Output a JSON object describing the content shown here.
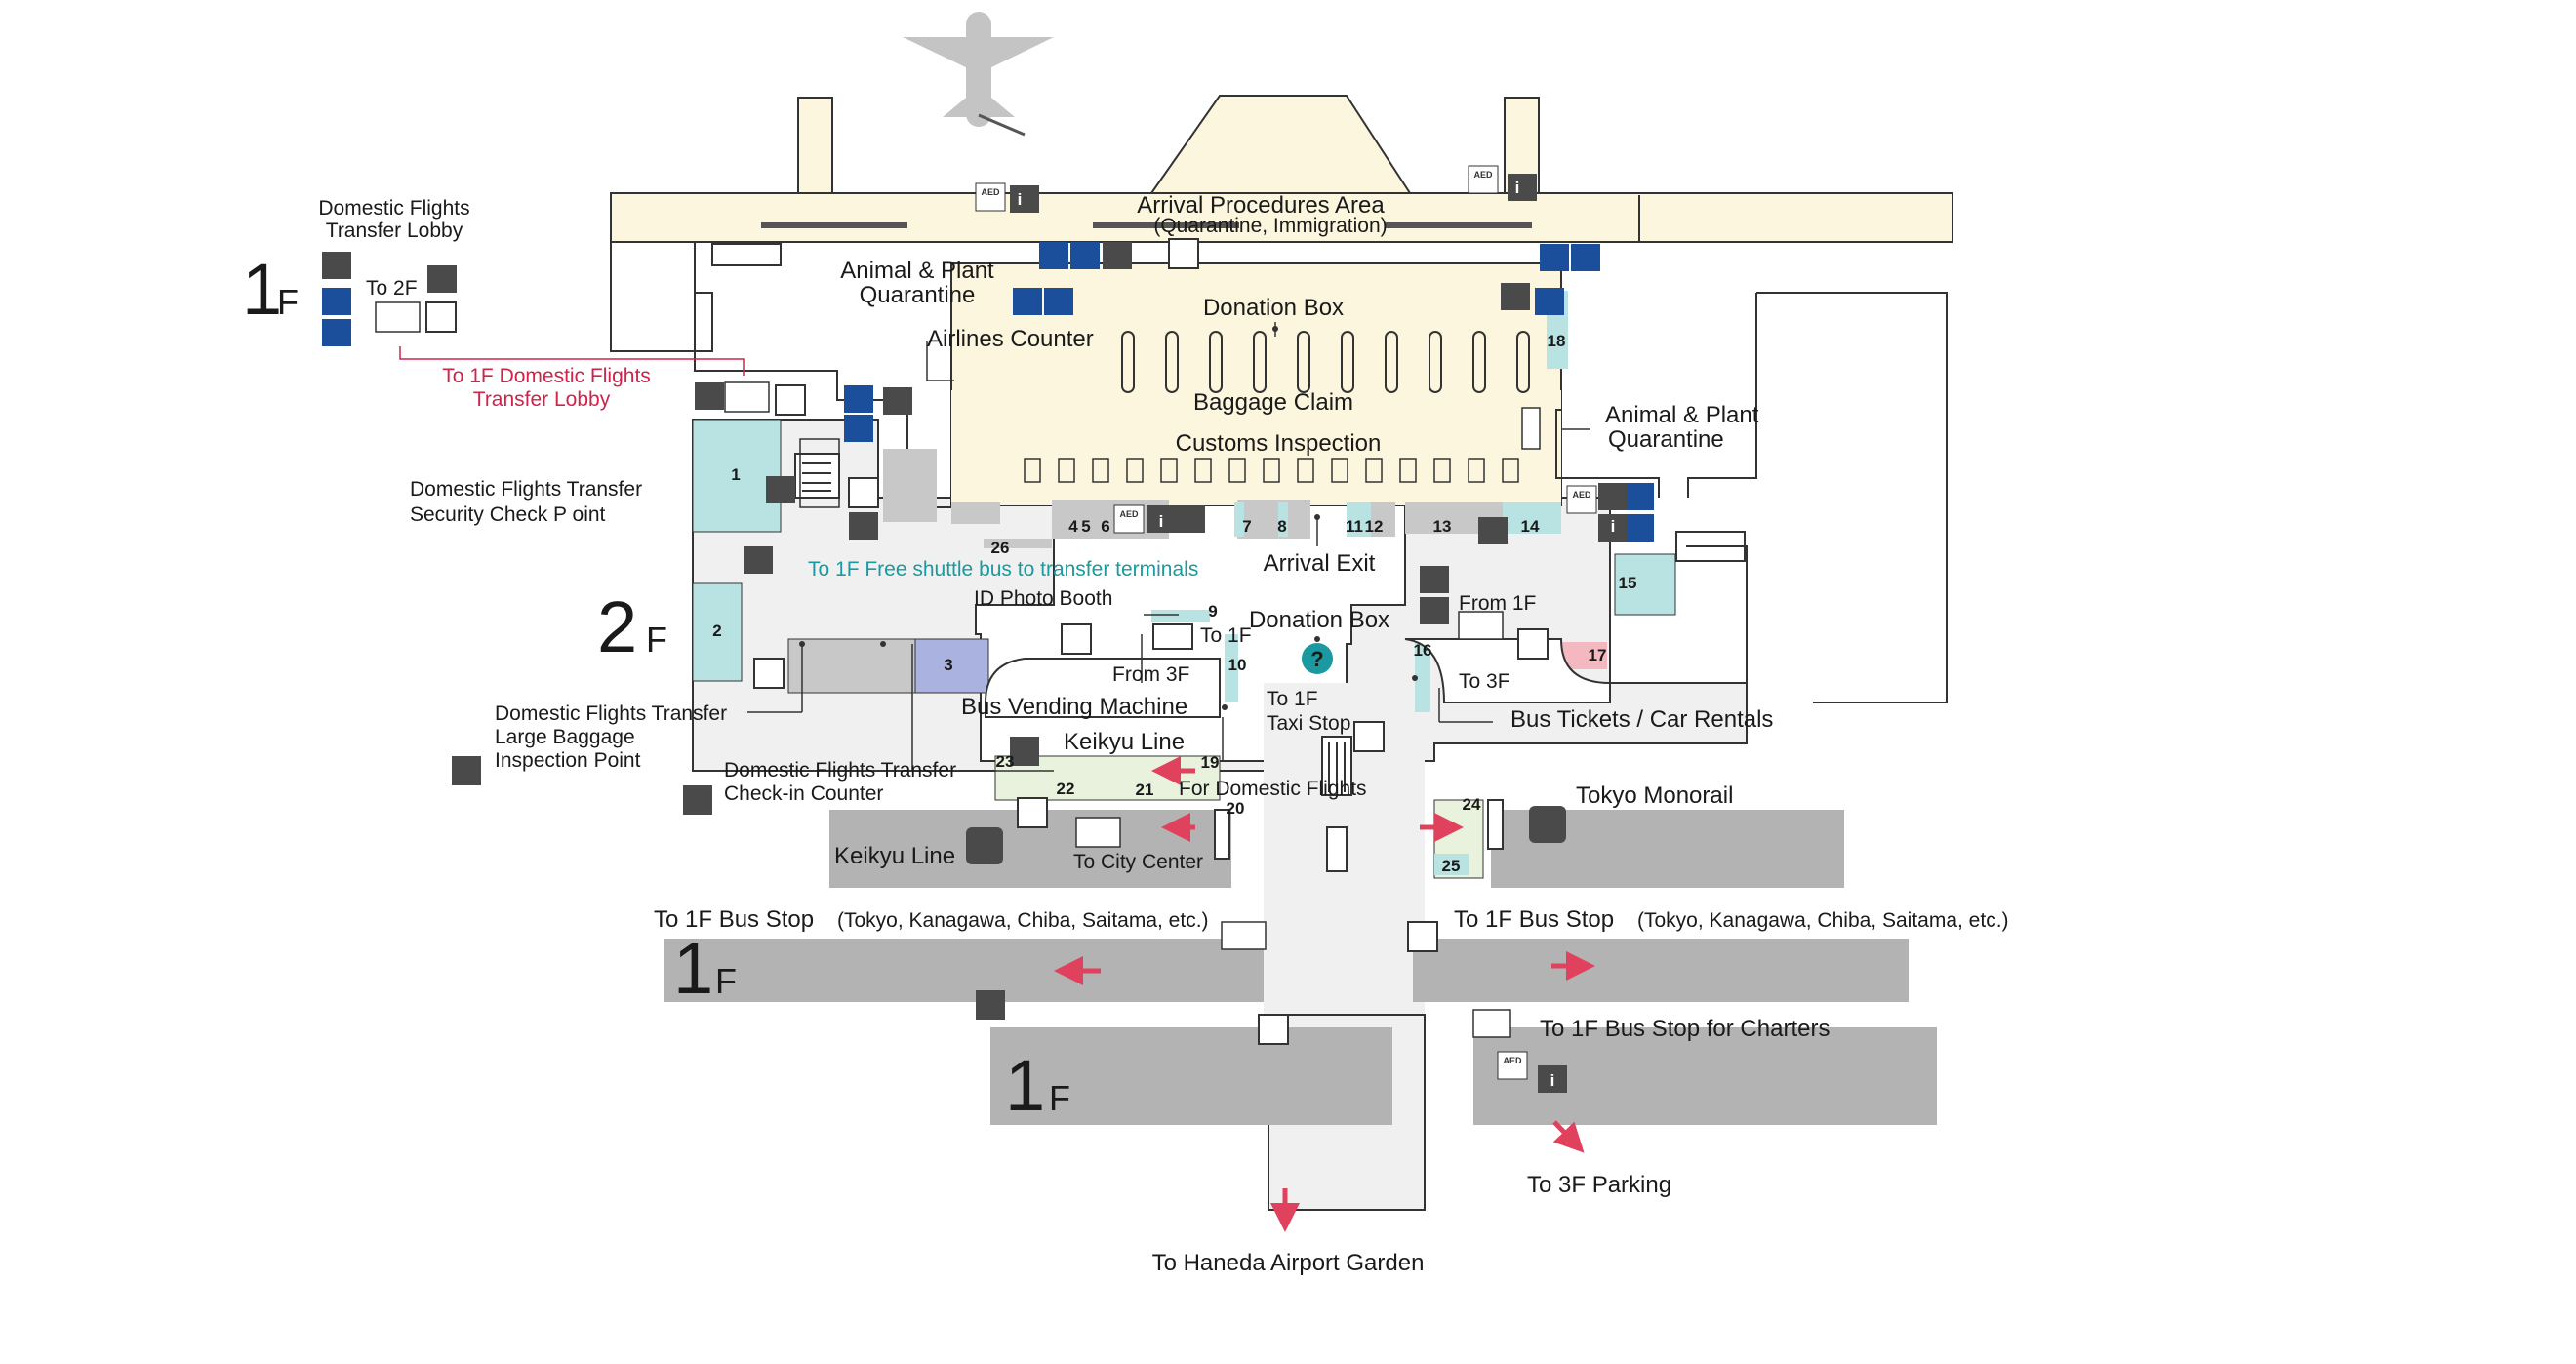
{
  "colors": {
    "floor": "#ffffff",
    "corridor": "#f0f0f0",
    "arrival_area": "#fbf6dd",
    "wall": "#333333",
    "platform": "#b3b3b3",
    "teal_block": "#b9e3e3",
    "blue_block": "#aab2e0",
    "pink_block": "#f4b8c0",
    "green_block": "#e9f2dc",
    "dark_gray": "#c8c8c8",
    "red_arrow": "#e0425d",
    "info_icon": "#1a9aa0",
    "restroom_icon": "#1b4e9b",
    "service_icon": "#4a4a4a",
    "red_text": "#d0234a",
    "teal_text": "#1a9aa0",
    "airplane": "#c4c4c4"
  },
  "floors": {
    "inset_1f": {
      "number": "1",
      "suffix": "F"
    },
    "main_2f": {
      "number": "2",
      "suffix": "F"
    },
    "bus_1f": {
      "number": "1",
      "suffix": "F"
    },
    "charter_1f": {
      "number": "1",
      "suffix": "F"
    }
  },
  "labels": {
    "arrival_procedures": "Arrival Procedures Area",
    "arrival_procedures_sub": "(Quarantine, Immigration)",
    "domestic_transfer_lobby_1": "Domestic Flights",
    "domestic_transfer_lobby_2": "Transfer Lobby",
    "to_2f": "To 2F",
    "to_1f_domestic_1": "To 1F Domestic Flights",
    "to_1f_domestic_2": "Transfer Lobby",
    "animal_plant_left_1": "Animal & Plant",
    "animal_plant_left_2": "Quarantine",
    "airlines_counter": "Airlines Counter",
    "donation_box_top": "Donation Box",
    "baggage_claim": "Baggage Claim",
    "customs_inspection": "Customs Inspection",
    "animal_plant_right_1": "Animal & Plant",
    "animal_plant_right_2": "Quarantine",
    "security_check_1": "Domestic Flights Transfer",
    "security_check_2": "Security Check P oint",
    "shuttle_bus": "To 1F Free shuttle bus to transfer terminals",
    "arrival_exit": "Arrival Exit",
    "id_photo_booth": "ID Photo Booth",
    "to_1f_a": "To 1F",
    "from_3f": "From 3F",
    "donation_box_mid": "Donation Box",
    "to_1f_taxi_1": "To 1F",
    "to_1f_taxi_2": "Taxi Stop",
    "from_1f": "From 1F",
    "to_3f": "To 3F",
    "bus_tickets": "Bus Tickets / Car Rentals",
    "bus_vending": "Bus Vending Machine",
    "keikyu_line_top": "Keikyu Line",
    "for_domestic": "For Domestic Flights",
    "large_baggage_1": "Domestic Flights Transfer",
    "large_baggage_2": "Large Baggage",
    "large_baggage_3": "Inspection Point",
    "checkin_counter_1": "Domestic Flights Transfer",
    "checkin_counter_2": "Check-in Counter",
    "tokyo_monorail": "Tokyo Monorail",
    "keikyu_line_bottom": "Keikyu Line",
    "to_city_center": "To City Center",
    "bus_stop_left": "To 1F Bus Stop",
    "bus_stop_left_sub": "(Tokyo, Kanagawa, Chiba, Saitama, etc.)",
    "bus_stop_right": "To 1F Bus Stop",
    "bus_stop_right_sub": "(Tokyo, Kanagawa, Chiba, Saitama, etc.)",
    "bus_stop_charters": "To 1F Bus Stop for Charters",
    "to_3f_parking": "To 3F Parking",
    "to_haneda_garden": "To Haneda Airport Garden"
  },
  "numbers": {
    "n1": "1",
    "n2": "2",
    "n3": "3",
    "n4": "4",
    "n5": "5",
    "n6": "6",
    "n7": "7",
    "n8": "8",
    "n9": "9",
    "n10": "10",
    "n11": "11",
    "n12": "12",
    "n13": "13",
    "n14": "14",
    "n15": "15",
    "n16": "16",
    "n17": "17",
    "n18": "18",
    "n19": "19",
    "n20": "20",
    "n21": "21",
    "n22": "22",
    "n23": "23",
    "n24": "24",
    "n25": "25",
    "n26": "26"
  },
  "icons": {
    "aed": "AED",
    "info": "i",
    "help": "?",
    "elevator": "elevator-icon",
    "restroom": "restroom-icon",
    "accessible": "accessible-restroom-icon",
    "baby": "baby-care-icon",
    "smoking": "smoking-area-icon",
    "phone": "telephone-icon",
    "train": "train-icon",
    "monorail": "monorail-icon",
    "escalator": "escalator-icon"
  }
}
